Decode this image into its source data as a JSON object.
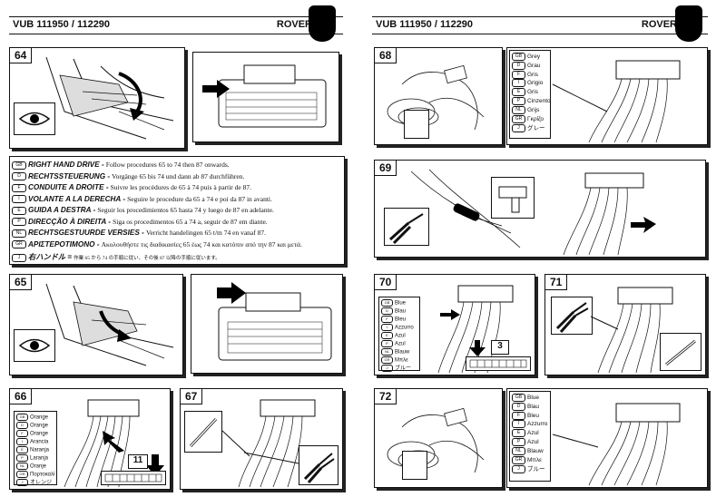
{
  "left_page": {
    "header": {
      "ref": "VUB 111950 / 112290",
      "brand": "ROVER"
    },
    "steps": {
      "s64": "64",
      "s65": "65",
      "s66": "66",
      "s67": "67"
    },
    "callout_66": "11",
    "languages_66": [
      "Orange",
      "Orange",
      "Orange",
      "Arancia",
      "Naranja",
      "Laranja",
      "Oranje",
      "Πορτοκαλί",
      "オレンジ"
    ],
    "codes": [
      "GB",
      "D",
      "F",
      "I",
      "E",
      "P",
      "NL",
      "GR",
      "J"
    ],
    "instructions": [
      {
        "code": "GB",
        "label": "RIGHT HAND DRIVE -",
        "text": "Follow procedures 65 to 74 then 87 onwards."
      },
      {
        "code": "D",
        "label": "RECHTSSTEUERUNG -",
        "text": "Vorgänge 65 bis 74 und dann ab 87 durchführen."
      },
      {
        "code": "F",
        "label": "CONDUITE A DROITE -",
        "text": "Suivre les procédures de 65 à 74 puis à partir de 87."
      },
      {
        "code": "I",
        "label": "VOLANTE A LA DERECHA -",
        "text": "Seguire le procedure da 65 a 74 e poi da 87 in avanti."
      },
      {
        "code": "E",
        "label": "GUIDA A DESTRA -",
        "text": "Seguir los procedimientos 65 hasta 74 y luego de 87 en adelante."
      },
      {
        "code": "P",
        "label": "DIRECÇÃO À DIREITA -",
        "text": "Siga os procedimentos 65 a 74 a, seguir de 87 em diante."
      },
      {
        "code": "NL",
        "label": "RECHTSGESTUURDE VERSIES -",
        "text": "Verricht handelingen 65 t/m 74 en vanaf 87."
      },
      {
        "code": "GR",
        "label": "ΑΡΙΣΤΕΡΟΤΙΜΟΝΟ -",
        "text": "Ακολουθήστε τις διαδικασίες 65 έως 74 και κατόπιν από την 87 και μετά."
      },
      {
        "code": "J",
        "label": "右ハンドル =",
        "text": "作業 65 から 74 の手順に従い、その後 87 以降の手順に従います。"
      }
    ]
  },
  "right_page": {
    "header": {
      "ref": "VUB 111950 / 112290",
      "brand": "ROVER"
    },
    "steps": {
      "s68": "68",
      "s69": "69",
      "s70": "70",
      "s71": "71",
      "s72": "72"
    },
    "callout_70": "3",
    "languages_68": [
      "Grey",
      "Grau",
      "Gris",
      "Grigio",
      "Gris",
      "Cinzento",
      "Grijs",
      "Γκρίζο",
      "グレー"
    ],
    "languages_70": [
      "Blue",
      "Blau",
      "Bleu",
      "Azzurro",
      "Azul",
      "Azul",
      "Blauw",
      "Μπλε",
      "ブルー"
    ],
    "languages_72": [
      "Blue",
      "Blau",
      "Bleu",
      "Azzurro",
      "Azul",
      "Azul",
      "Blauw",
      "Μπλε",
      "ブルー"
    ],
    "codes": [
      "GB",
      "D",
      "F",
      "I",
      "E",
      "P",
      "NL",
      "GR",
      "J"
    ]
  },
  "colors": {
    "ink": "#111111",
    "paper": "#ffffff",
    "fill": "#000000"
  }
}
